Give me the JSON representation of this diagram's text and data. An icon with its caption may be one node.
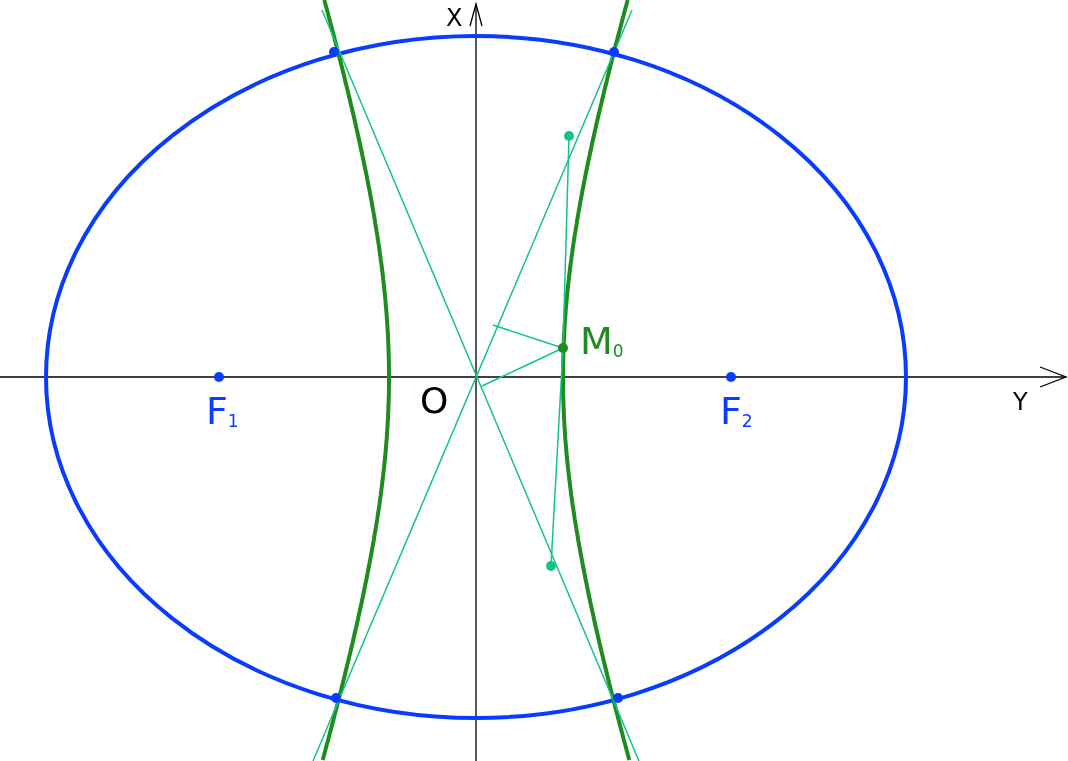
{
  "diagram": {
    "labels": [
      "X",
      "Y",
      "O",
      "F$_{1}$",
      "F$_{2}$",
      "M$_{0}$"
    ]
  }
}
